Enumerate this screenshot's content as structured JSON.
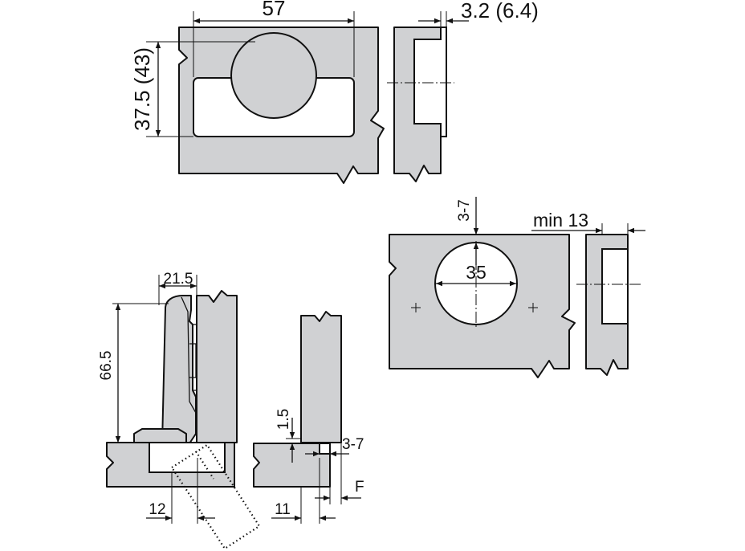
{
  "colors": {
    "part_fill": "#d0d1d3",
    "stroke": "#111111",
    "background": "#ffffff"
  },
  "dimensions": {
    "top_width": "57",
    "top_height": "37.5 (43)",
    "top_offset": "3.2 (6.4)",
    "hole_distance": "3-7",
    "min_thickness": "min 13",
    "hole_diameter": "35",
    "hinge_depth": "21.5",
    "hinge_height": "66.5",
    "overlay_12": "12",
    "gap_15": "1.5",
    "side_37": "3-7",
    "f_label": "F",
    "overlay_11": "11"
  }
}
